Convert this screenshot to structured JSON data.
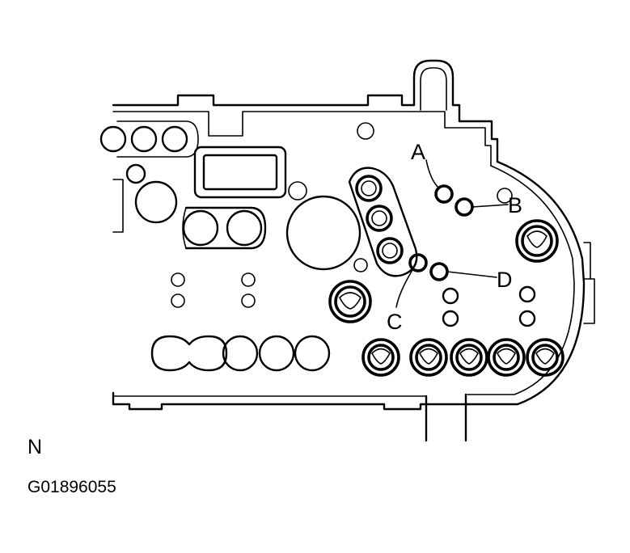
{
  "diagram": {
    "callouts": [
      {
        "id": "A",
        "label": "A"
      },
      {
        "id": "B",
        "label": "B"
      },
      {
        "id": "C",
        "label": "C"
      },
      {
        "id": "D",
        "label": "D"
      }
    ]
  },
  "captions": {
    "view_label": "N",
    "figure_code": "G01896055"
  }
}
